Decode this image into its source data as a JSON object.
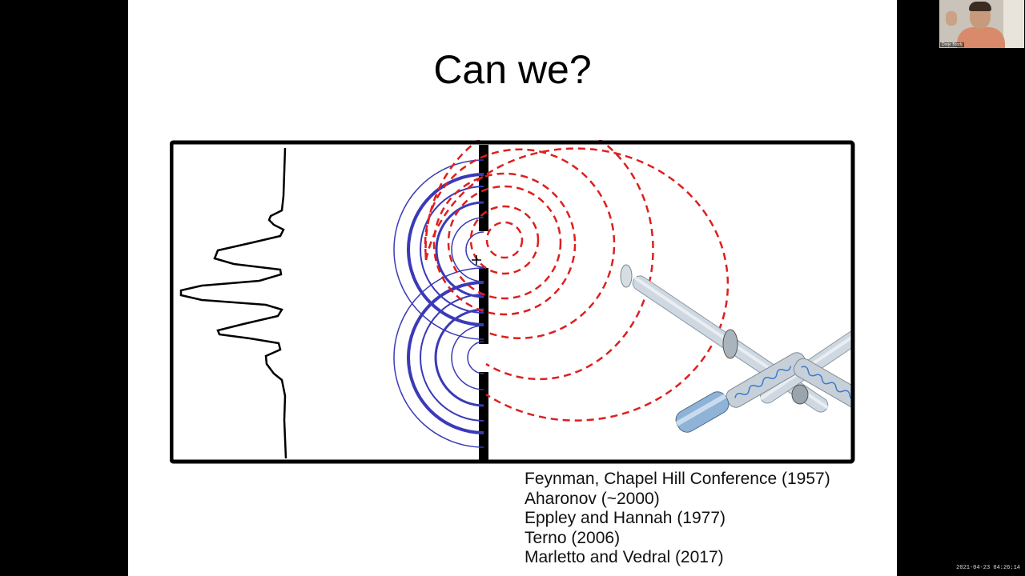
{
  "slide": {
    "title": "Can we?",
    "references": [
      "Feynman, Chapel Hill Conference (1957)",
      "Aharonov (~2000)",
      "Eppley and Hannah (1977)",
      "Terno (2006)",
      "Marletto and Vedral (2017)"
    ]
  },
  "webcam": {
    "name_label": "Dorje Brody"
  },
  "overlay": {
    "timestamp": "2021-04-23 04:26:14"
  },
  "colors": {
    "wave_blue": "#3a3ab8",
    "wave_red": "#dd1f1f",
    "frame": "#000000"
  },
  "icons": {
    "cursor": "crosshair-cursor-icon"
  }
}
